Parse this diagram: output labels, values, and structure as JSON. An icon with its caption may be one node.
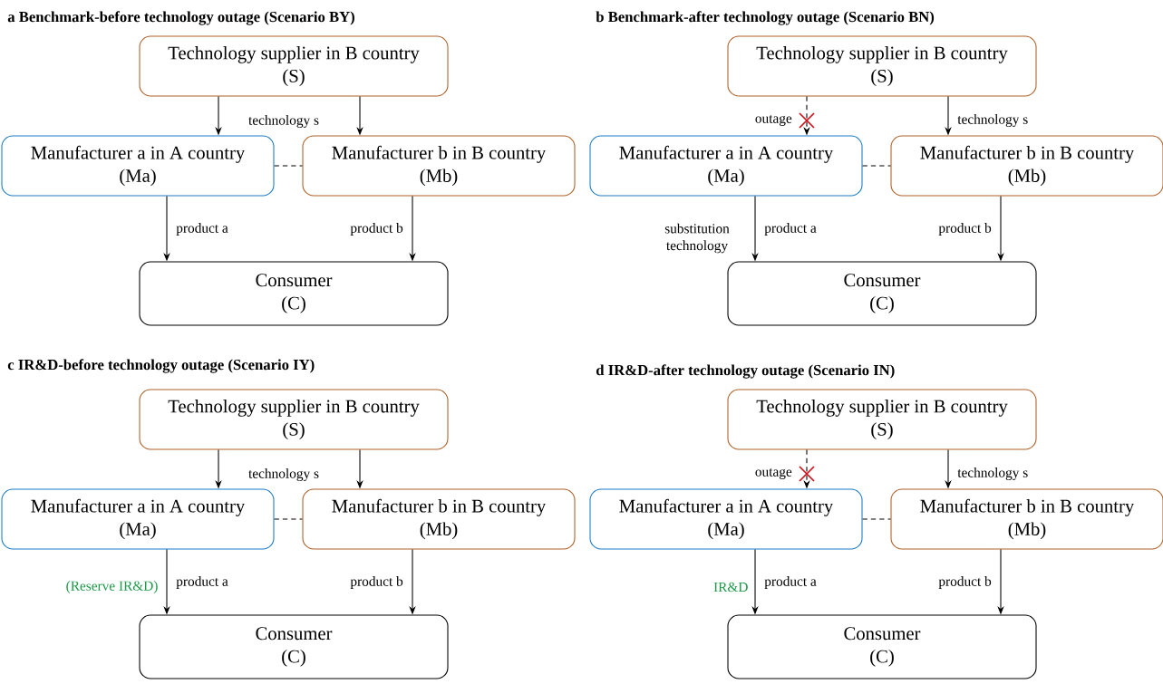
{
  "diagram": {
    "nodes": [
      {
        "text": [
          "Technology supplier in B country",
          "(S)"
        ]
      },
      {
        "text": [
          "Manufacturer a in A country",
          "(Ma)"
        ]
      },
      {
        "text": [
          "Manufacturer b in B country",
          "(Mb)"
        ]
      },
      {
        "text": [
          "Consumer",
          "(C)"
        ]
      },
      {
        "text": [
          "Technology supplier in B country",
          "(S)"
        ]
      },
      {
        "text": [
          "Manufacturer a in A country",
          "(Ma)"
        ]
      },
      {
        "text": [
          "Manufacturer b in B country",
          "(Mb)"
        ]
      },
      {
        "text": [
          "Consumer",
          "(C)"
        ]
      },
      {
        "text": [
          "Technology supplier in B country",
          "(S)"
        ]
      },
      {
        "text": [
          "Manufacturer a in A country",
          "(Ma)"
        ]
      },
      {
        "text": [
          "Manufacturer b in B country",
          "(Mb)"
        ]
      },
      {
        "text": [
          "Consumer",
          "(C)"
        ]
      },
      {
        "text": [
          "Technology supplier in B country",
          "(S)"
        ]
      },
      {
        "text": [
          "Manufacturer a in A country",
          "(Ma)"
        ]
      },
      {
        "text": [
          "Manufacturer b in B country",
          "(Mb)"
        ]
      },
      {
        "text": [
          "Consumer",
          "(C)"
        ]
      }
    ],
    "edges": [
      {
        "from": 0,
        "to": 1,
        "arrow": "to"
      },
      {
        "from": 0,
        "to": 2,
        "arrow": "to",
        "label": "technology s"
      },
      {
        "from": 1,
        "to": 2,
        "arrow": "none",
        "style": "dashed"
      },
      {
        "from": 1,
        "to": 3,
        "arrow": "to",
        "label": "product a"
      },
      {
        "from": 2,
        "to": 3,
        "arrow": "to",
        "label": "product b"
      },
      {
        "from": 4,
        "to": 5,
        "arrow": "to",
        "style": "dashed",
        "label": "outage"
      },
      {
        "from": 4,
        "to": 6,
        "arrow": "to",
        "label": "technology s"
      },
      {
        "from": 5,
        "to": 6,
        "arrow": "none",
        "style": "dashed"
      },
      {
        "from": 5,
        "to": 7,
        "arrow": "to",
        "label": "product a"
      },
      {
        "from": 6,
        "to": 7,
        "arrow": "to",
        "label": "product b"
      },
      {
        "from": 8,
        "to": 9,
        "arrow": "to"
      },
      {
        "from": 8,
        "to": 10,
        "arrow": "to",
        "label": "technology s"
      },
      {
        "from": 9,
        "to": 10,
        "arrow": "none",
        "style": "dashed"
      },
      {
        "from": 9,
        "to": 11,
        "arrow": "to",
        "label": "product a"
      },
      {
        "from": 10,
        "to": 11,
        "arrow": "to",
        "label": "product b"
      },
      {
        "from": 12,
        "to": 13,
        "arrow": "to",
        "style": "dashed",
        "label": "outage"
      },
      {
        "from": 12,
        "to": 14,
        "arrow": "to",
        "label": "technology s"
      },
      {
        "from": 13,
        "to": 14,
        "arrow": "none",
        "style": "dashed"
      },
      {
        "from": 13,
        "to": 15,
        "arrow": "to",
        "label": "product a"
      },
      {
        "from": 14,
        "to": 15,
        "arrow": "to",
        "label": "product b"
      }
    ],
    "labels": [
      "a  Benchmark-before technology outage (Scenario BY)",
      "b  Benchmark-after technology outage (Scenario BN)",
      "substitution technology",
      "c  IR&D-before technology outage (Scenario IY)",
      "d  IR&D-after technology outage (Scenario IN)",
      "(Reserve IR&D)",
      "IR&D"
    ]
  }
}
